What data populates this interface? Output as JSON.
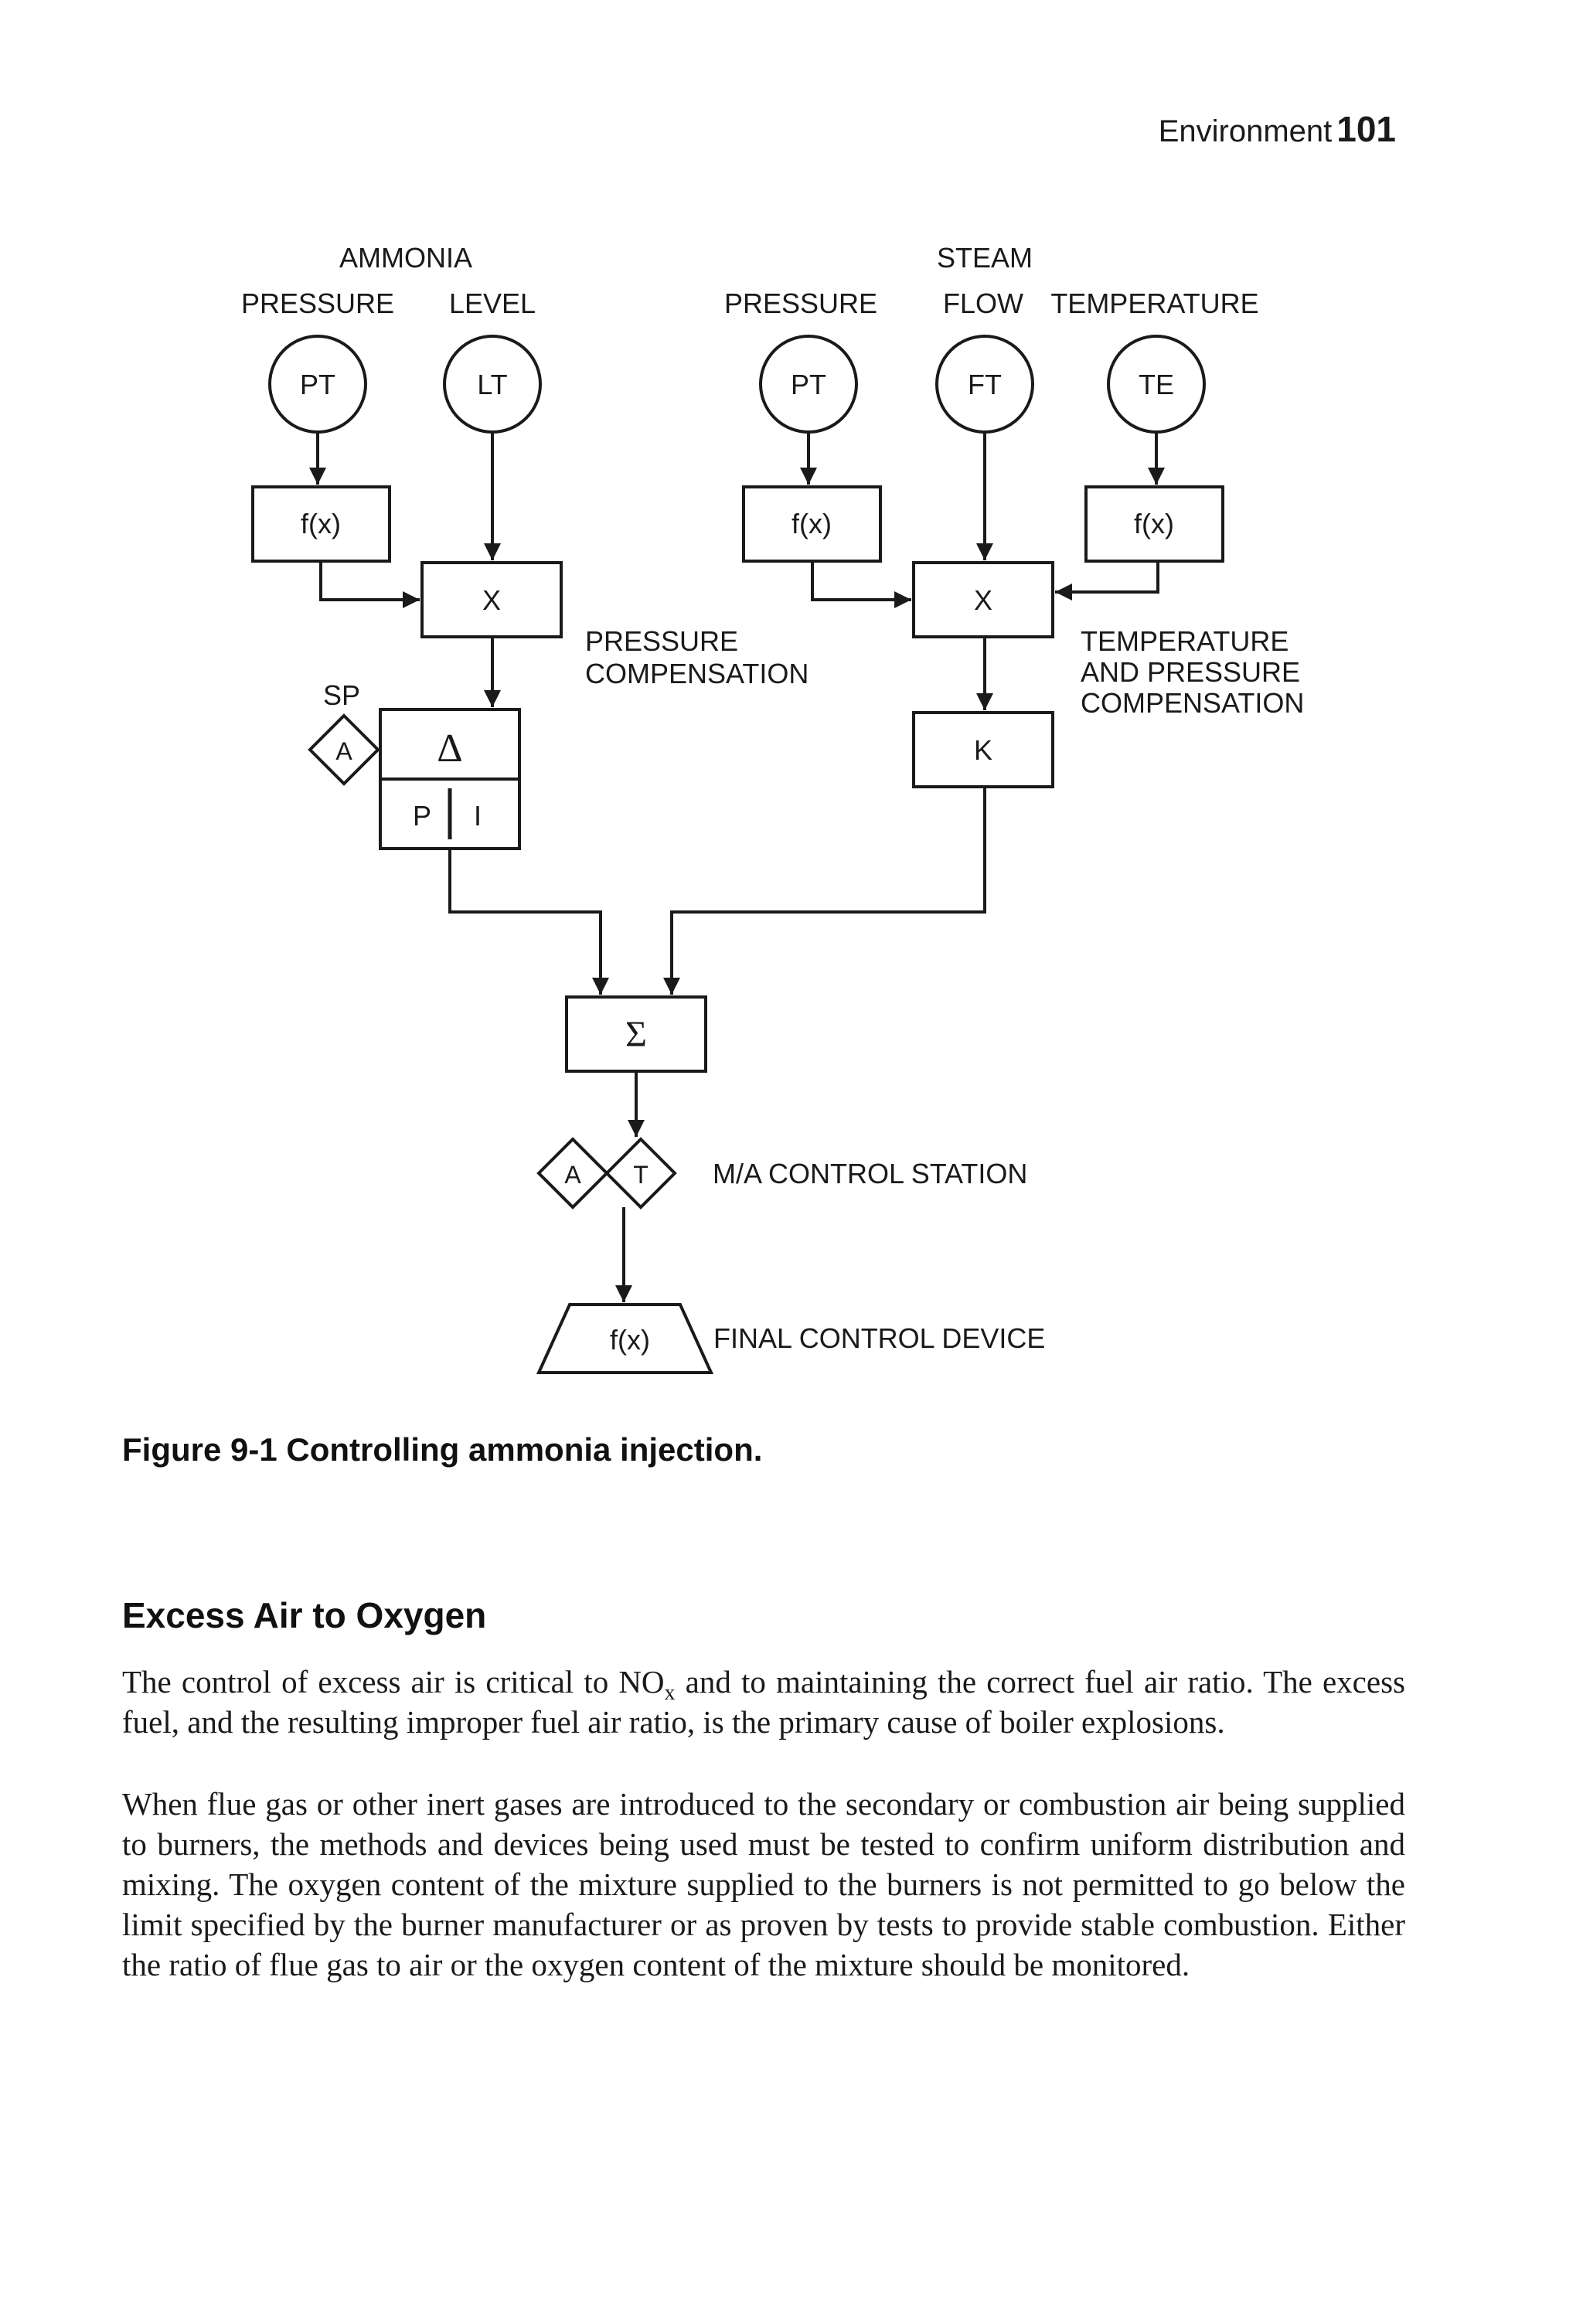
{
  "header": {
    "section": "Environment",
    "page_number": "101"
  },
  "diagram": {
    "group_ammonia": "AMMONIA",
    "label_ammonia_pressure": "PRESSURE",
    "label_ammonia_level": "LEVEL",
    "group_steam": "STEAM",
    "label_steam_pressure": "PRESSURE",
    "label_steam_flow": "FLOW",
    "label_steam_temperature": "TEMPERATURE",
    "instrument_pt1": "PT",
    "instrument_lt": "LT",
    "instrument_pt2": "PT",
    "instrument_ft": "FT",
    "instrument_te": "TE",
    "func_fx1": "f(x)",
    "func_fx2": "f(x)",
    "func_fx3": "f(x)",
    "multiply1": "X",
    "multiply2": "X",
    "note_pressure_comp": [
      "PRESSURE",
      "COMPENSATION"
    ],
    "note_temp_pressure_comp": [
      "TEMPERATURE",
      "AND PRESSURE",
      "COMPENSATION"
    ],
    "setpoint_label": "SP",
    "setpoint_diamond": "A",
    "delta": "Δ",
    "pid_p": "P",
    "pid_i": "I",
    "gain": "K",
    "sum": "Σ",
    "station_a": "A",
    "station_t": "T",
    "station_label": "M/A CONTROL STATION",
    "final_fx": "f(x)",
    "final_label": "FINAL CONTROL DEVICE"
  },
  "caption": "Figure 9-1 Controlling ammonia injection.",
  "section_heading": "Excess Air to Oxygen",
  "paragraph1": {
    "before_sub": "The control of excess air is critical to NO",
    "subscript": "x",
    "after_sub": " and to maintaining the correct fuel air ratio. The excess fuel, and the resulting improper fuel air ratio, is the primary cause of boiler explosions."
  },
  "paragraph2": "When flue gas or other inert gases are introduced to the secondary or combustion air being supplied to burners, the methods and devices being used must be tested to confirm uniform distribution and mixing. The oxygen content of the mixture supplied to the burners is not permitted to go below the limit specified by the burner manufacturer or as proven by tests to provide stable combustion. Either the ratio of flue gas to air or the oxygen content of the mixture should be monitored."
}
